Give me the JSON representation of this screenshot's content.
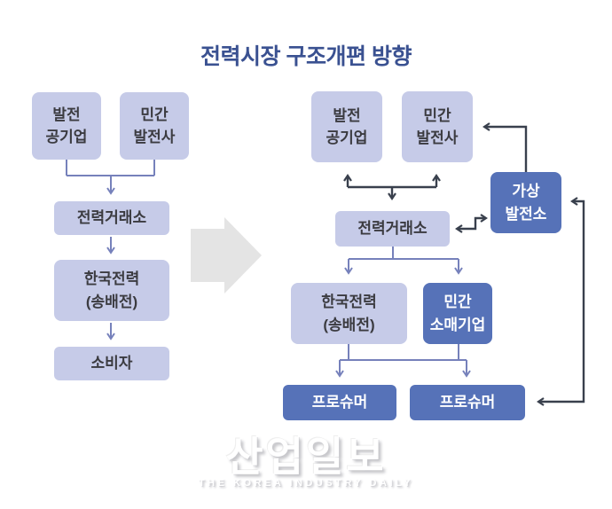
{
  "title": "전력시장 구조개편 방향",
  "colors": {
    "title_text": "#3a5191",
    "lavender_box": "#c6cbe8",
    "lavender_box_text": "#3b3b40",
    "blue_box": "#5672b8",
    "blue_box_text": "#ffffff",
    "purple_connector": "#7681bb",
    "dark_connector": "#39404d",
    "transition_arrow": "#e4e4e4",
    "background": "#ffffff"
  },
  "left_flow": {
    "gen_public": "발전\n공기업",
    "gen_private": "민간\n발전사",
    "kpx": "전력거래소",
    "kepco": "한국전력\n(송배전)",
    "consumer": "소비자"
  },
  "right_flow": {
    "gen_public": "발전\n공기업",
    "gen_private": "민간\n발전사",
    "vpp": "가상\n발전소",
    "kpx": "전력거래소",
    "kepco": "한국전력\n(송배전)",
    "private_retail": "민간\n소매기업",
    "prosumer_left": "프로슈머",
    "prosumer_right": "프로슈머"
  },
  "watermark": {
    "logo": "산업일보",
    "tagline": "THE KOREA INDUSTRY DAILY"
  }
}
